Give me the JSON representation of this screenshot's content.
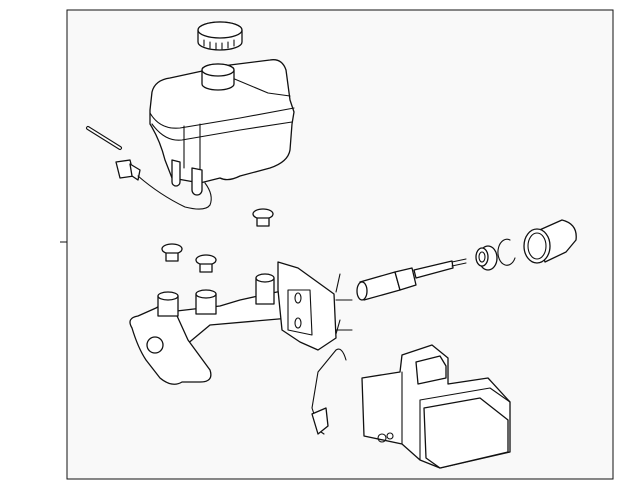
{
  "diagram": {
    "type": "exploded parts diagram",
    "colors": {
      "line": "#111111",
      "frame_fill": "#f9f9f9",
      "part_fill": "#ffffff"
    },
    "parts": [
      "reservoir-cap",
      "reservoir-tank",
      "pin",
      "sensor-connector",
      "plug",
      "plug",
      "plug",
      "master-cylinder",
      "push-rod",
      "seal",
      "snap-ring",
      "boot",
      "bracket",
      "actuator"
    ]
  }
}
